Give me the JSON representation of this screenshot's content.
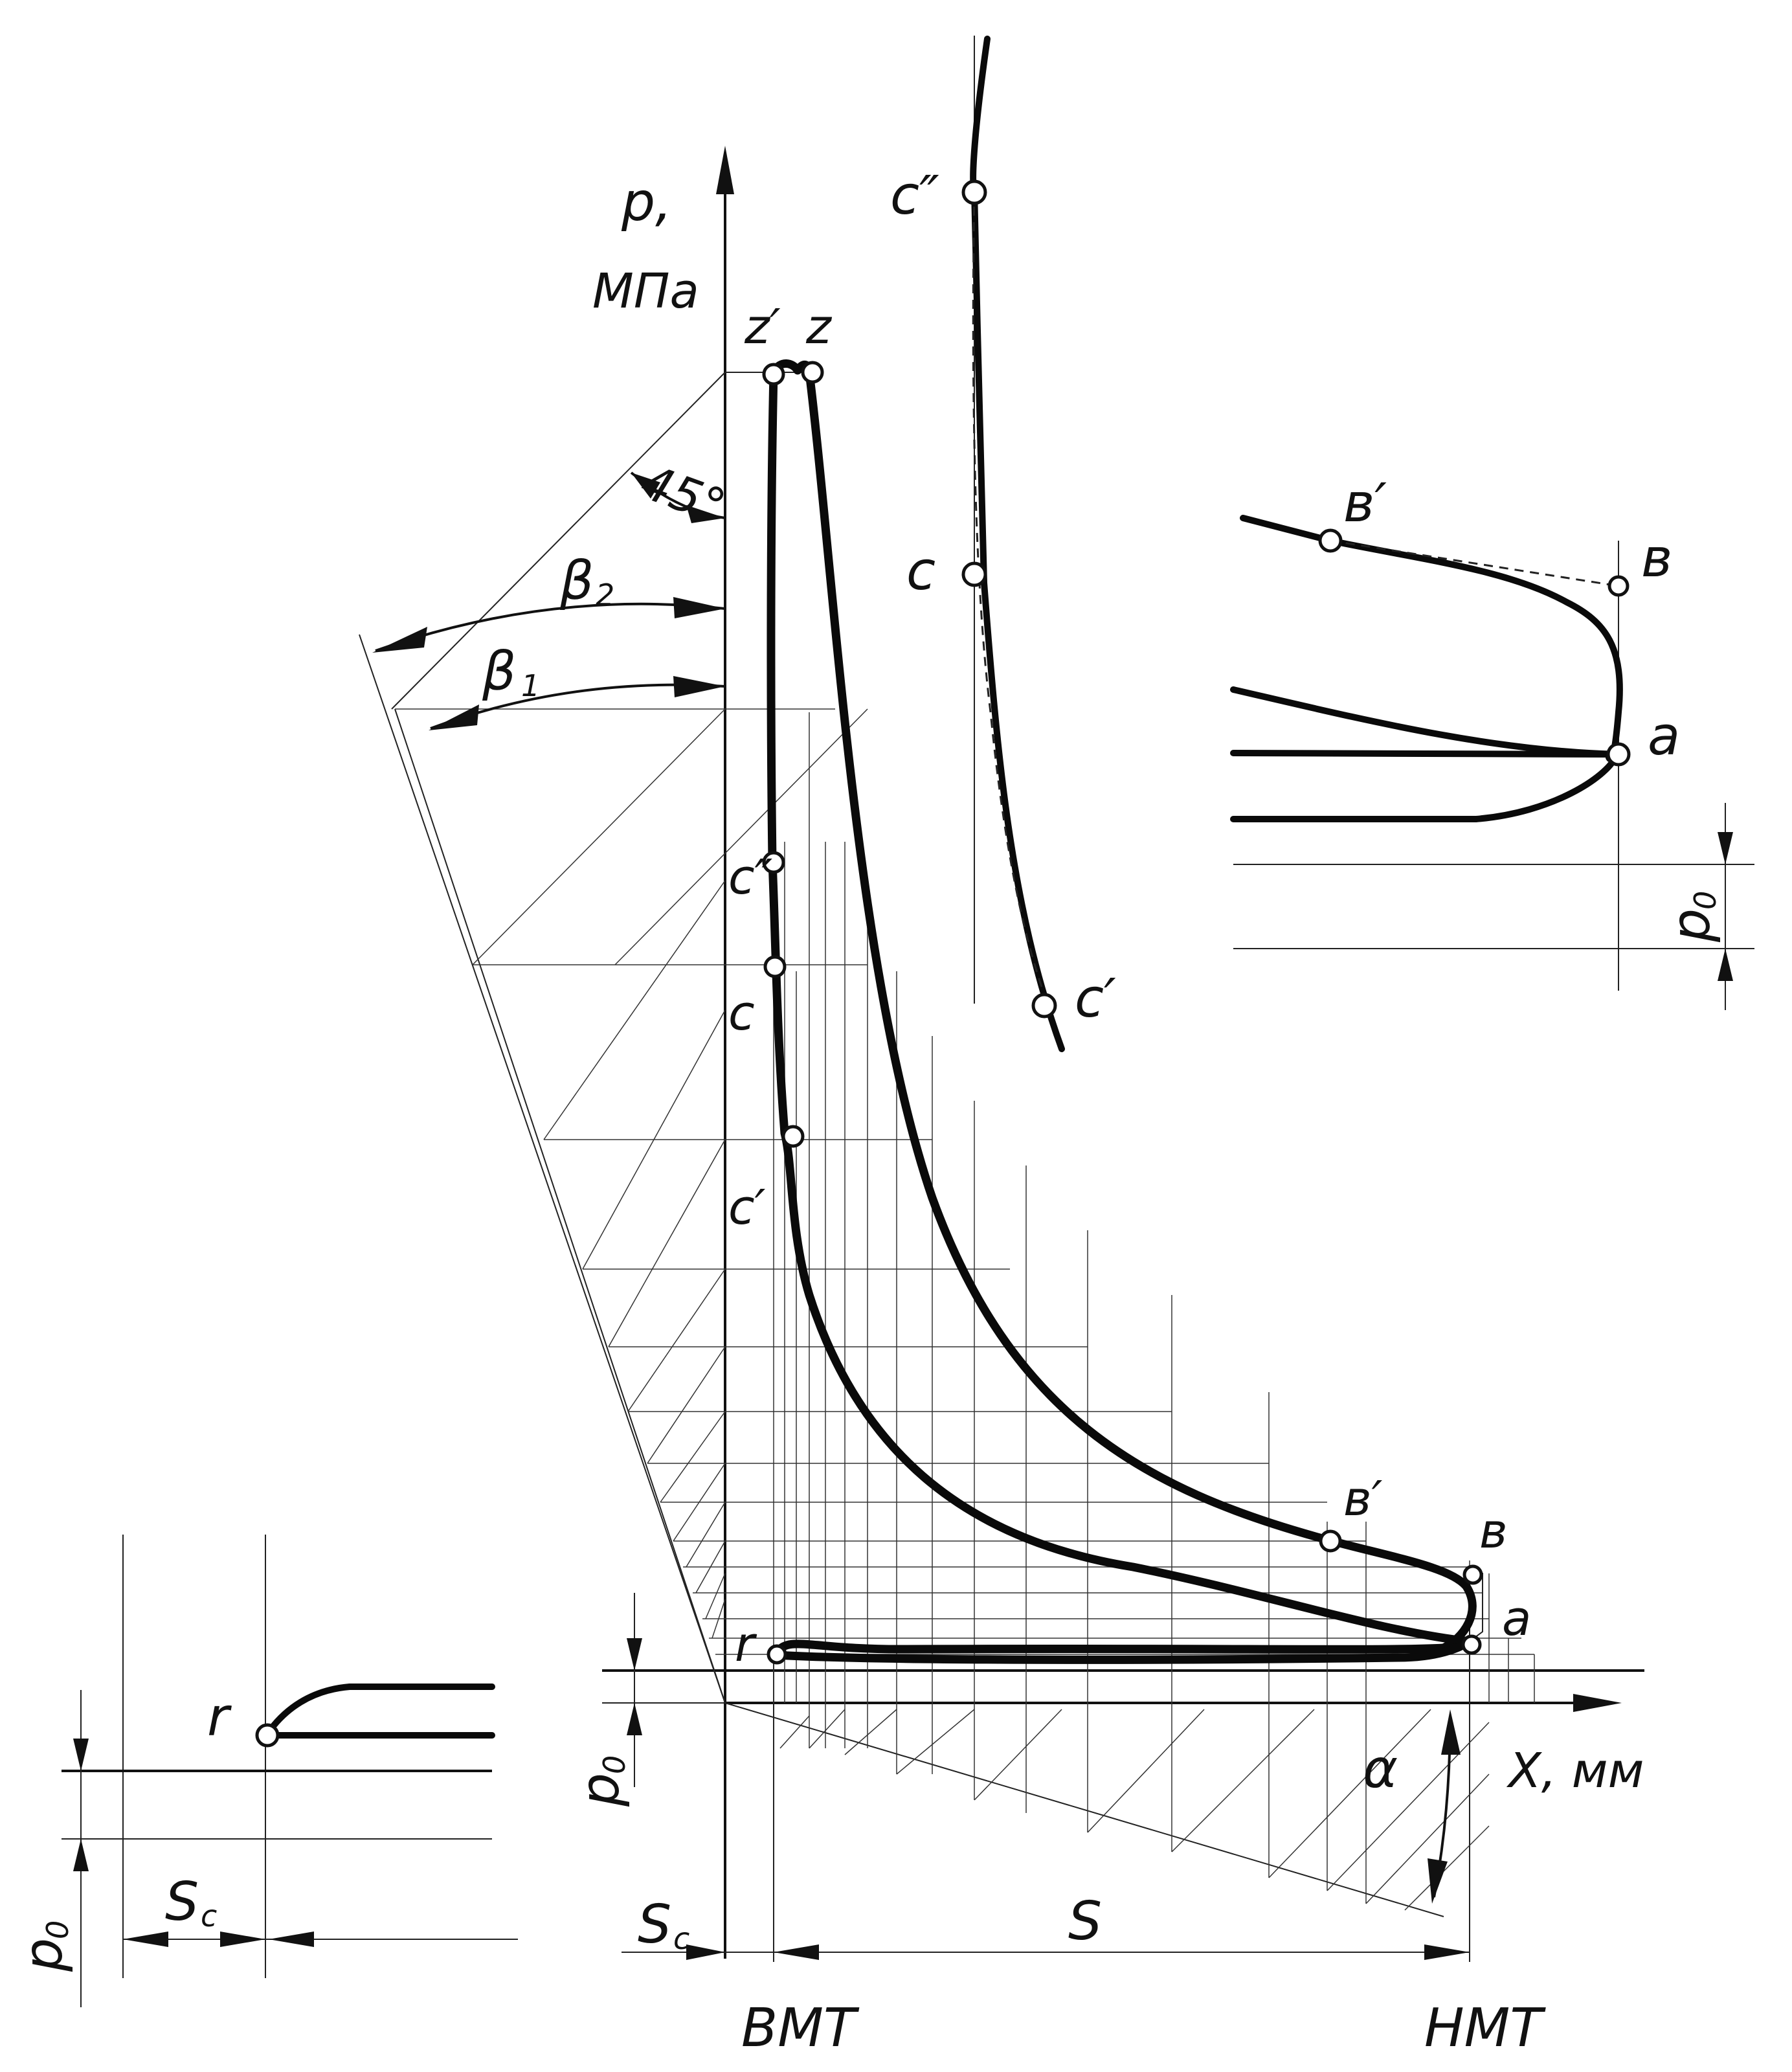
{
  "main": {
    "axis_p_label": "p,",
    "axis_p_unit": "МПа",
    "axis_x_label": "X, мм",
    "bmt_label": "ВМТ",
    "nmt_label": "НМТ",
    "stroke_label": "S",
    "sc_label": "S",
    "sc_sub": "c",
    "p0_label": "p",
    "p0_sub": "0",
    "angle_45": "45°",
    "beta2_label": "β",
    "beta2_sub": "2",
    "beta1_label": "β",
    "beta1_sub": "1",
    "alpha_label": "α",
    "points": {
      "z_prime": "z′",
      "z": "z",
      "c_double": "c″",
      "c": "c",
      "c_prime": "c′",
      "b_prime": "в′",
      "b": "в",
      "a": "a",
      "r": "r"
    }
  },
  "inset_combustion": {
    "c_double": "c″",
    "c": "c",
    "c_prime": "c′"
  },
  "inset_exhaust": {
    "b_prime": "в′",
    "b": "в",
    "a": "a",
    "p0_label": "p",
    "p0_sub": "0"
  },
  "inset_intake": {
    "r": "r",
    "p0_label": "p",
    "p0_sub": "0",
    "sc_label": "S",
    "sc_sub": "c"
  }
}
